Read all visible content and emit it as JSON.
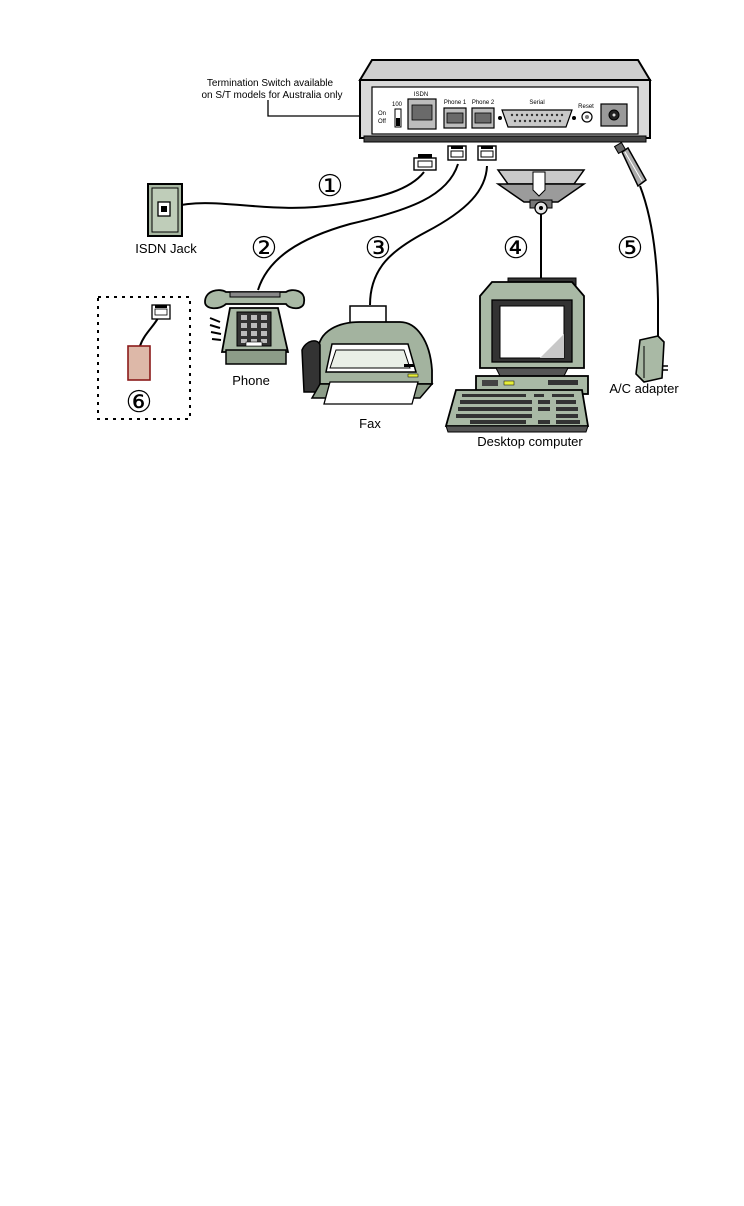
{
  "annotation": {
    "line1": "Termination Switch available",
    "line2": "on S/T models for Australia only"
  },
  "device": {
    "switch_value": "100",
    "switch_on": "On",
    "switch_off": "Off",
    "port_isdn": "ISDN",
    "port_phone1": "Phone 1",
    "port_phone2": "Phone 2",
    "port_serial": "Serial",
    "port_reset": "Reset"
  },
  "labels": {
    "isdn_jack": "ISDN Jack",
    "phone": "Phone",
    "fax": "Fax",
    "desktop": "Desktop computer",
    "adapter": "A/C adapter"
  },
  "steps": {
    "s1": "①",
    "s2": "②",
    "s3": "③",
    "s4": "④",
    "s5": "⑤",
    "s6": "⑥"
  },
  "colors": {
    "device_body": "#d9d9d9",
    "device_panel": "#ffffff",
    "jack_face": "#b7c7b0",
    "phone_green": "#a9b9a5",
    "monitor_green": "#bccab8",
    "extension_box": "#ddb8a8",
    "extension_border": "#8b1a1a"
  }
}
